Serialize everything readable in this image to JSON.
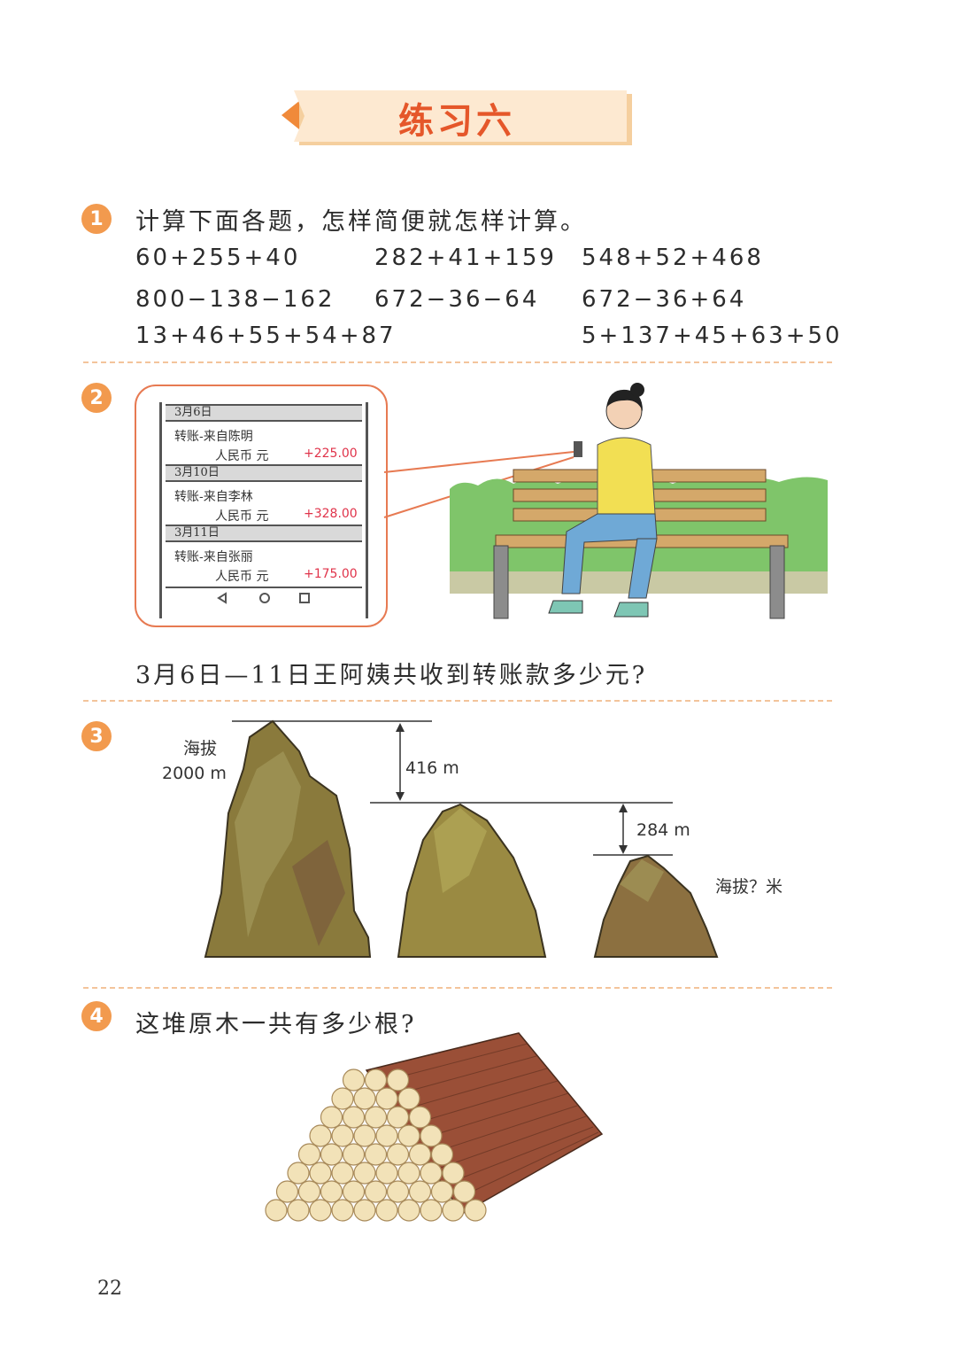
{
  "title": "练习六",
  "page_number": "22",
  "q1": {
    "number": "1",
    "prompt": "计算下面各题，怎样简便就怎样计算。",
    "row1": [
      "60+255+40",
      "282+41+159",
      "548+52+468"
    ],
    "row2": [
      "800−138−162",
      "672−36−64",
      "672−36+64"
    ],
    "row3": [
      "13+46+55+54+87",
      "5+137+45+63+50"
    ]
  },
  "q2": {
    "number": "2",
    "transactions": [
      {
        "date": "3月6日",
        "desc": "转账-来自陈明",
        "currency": "人民币  元",
        "amount": "+225.00"
      },
      {
        "date": "3月10日",
        "desc": "转账-来自李林",
        "currency": "人民币  元",
        "amount": "+328.00"
      },
      {
        "date": "3月11日",
        "desc": "转账-来自张丽",
        "currency": "人民币  元",
        "amount": "+175.00"
      }
    ],
    "question": "3月6日—11日王阿姨共收到转账款多少元?"
  },
  "q3": {
    "number": "3",
    "label_altitude_1": "海拔",
    "label_altitude_1_value": "2000 m",
    "diff_1": "416 m",
    "diff_2": "284 m",
    "label_altitude_3": "海拔？米"
  },
  "q4": {
    "number": "4",
    "question": "这堆原木一共有多少根?"
  },
  "colors": {
    "accent": "#e5572a",
    "badge": "#f29a4e",
    "divider": "#f3c49b",
    "amount": "#e0334a"
  }
}
